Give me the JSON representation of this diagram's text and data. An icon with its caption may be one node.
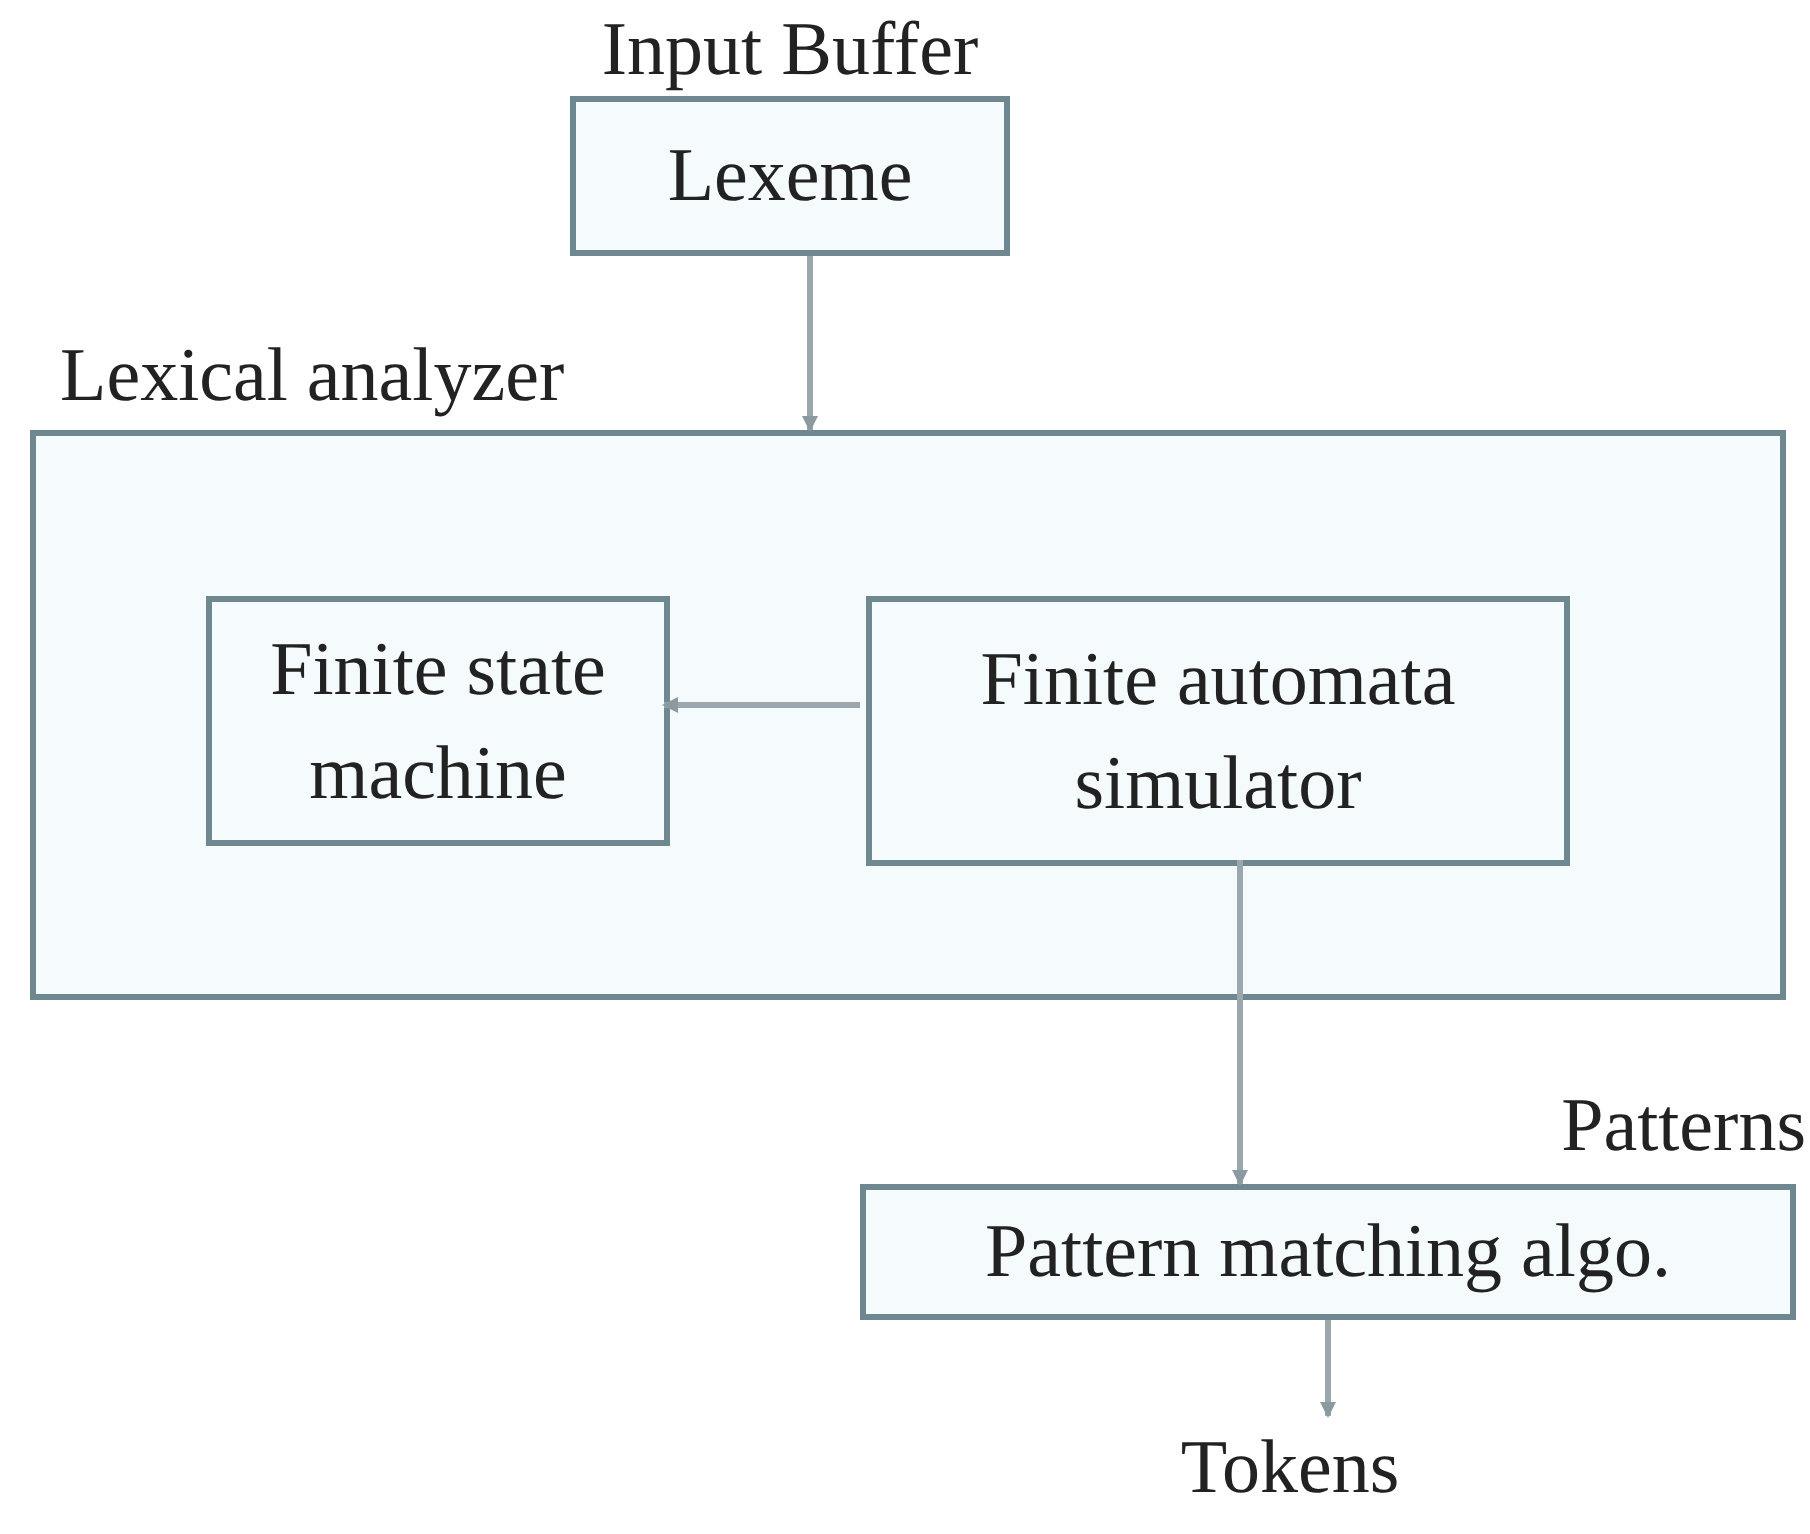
{
  "diagram": {
    "nodes": [
      {
        "text": [
          "Input Buffer",
          "Lexeme"
        ]
      },
      {
        "text": [
          "Lexical analyzer"
        ]
      },
      {
        "text": [
          "Finite state machine"
        ],
        "in": 1
      },
      {
        "text": [
          "Finite automata simulator"
        ],
        "in": 1
      },
      {
        "text": [
          "Pattern matching algo."
        ]
      },
      {
        "text": [
          "Tokens"
        ]
      }
    ],
    "edges": [
      {
        "from": 0,
        "to": 1,
        "arrow": "to"
      },
      {
        "from": 3,
        "to": 2,
        "arrow": "to"
      },
      {
        "from": 3,
        "to": 4,
        "arrow": "to"
      },
      {
        "from": 4,
        "to": 5,
        "arrow": "to"
      }
    ],
    "labels": [
      "Patterns"
    ]
  }
}
